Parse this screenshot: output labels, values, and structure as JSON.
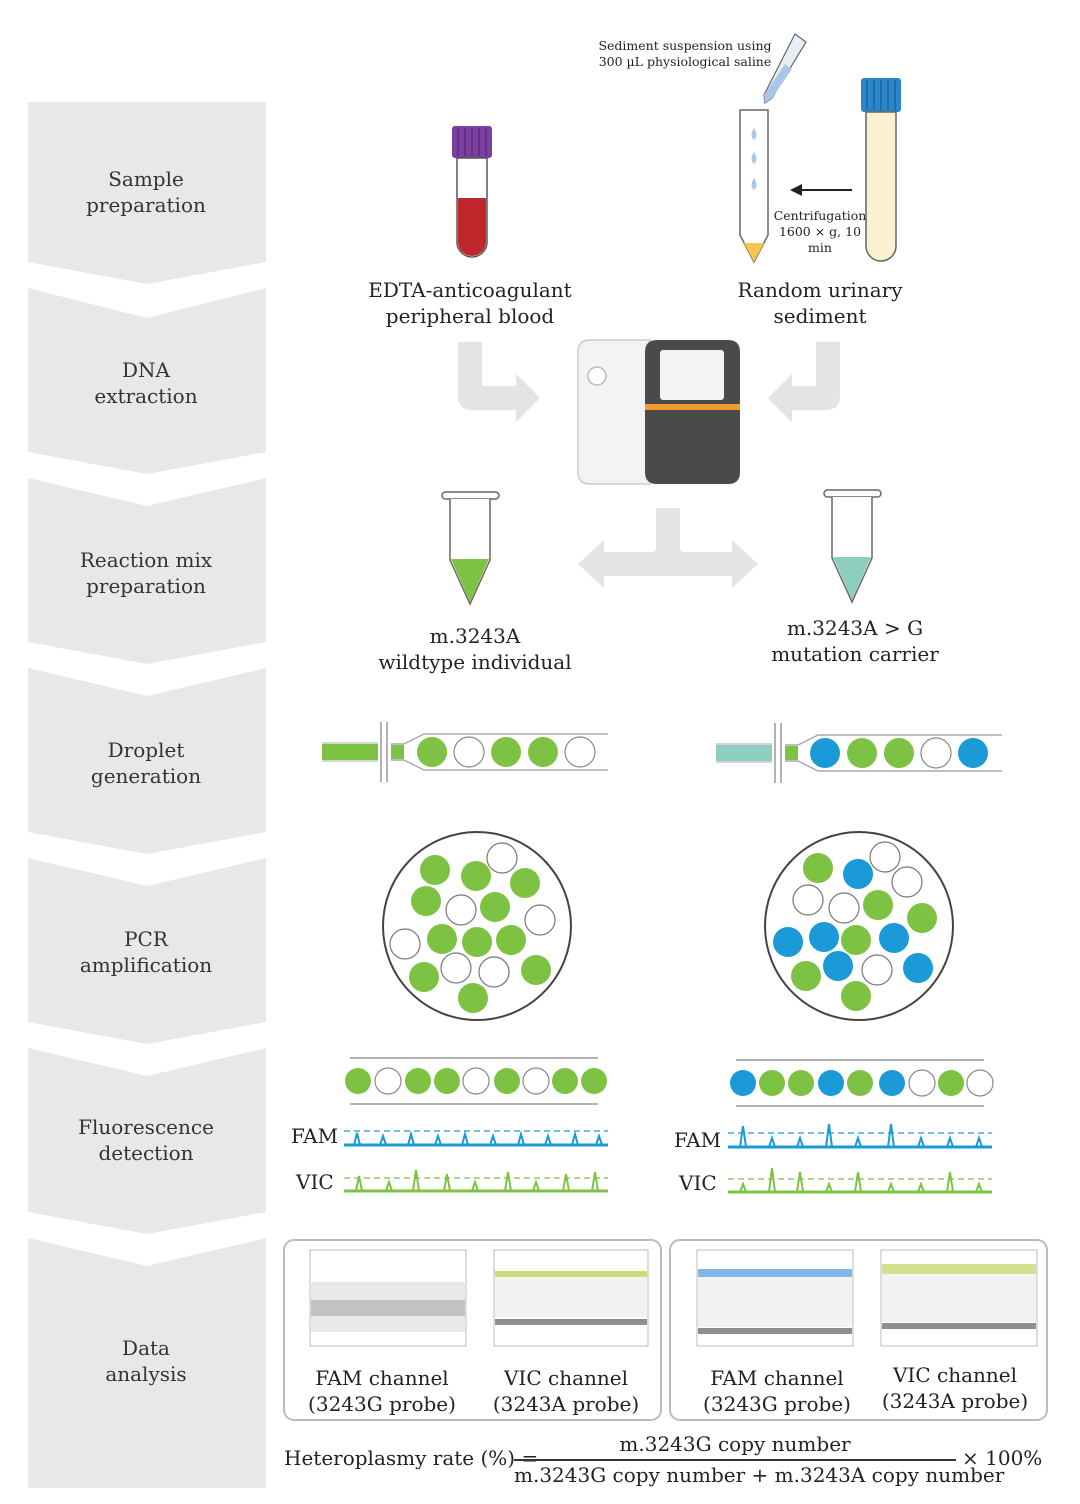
{
  "steps": [
    {
      "line1": "Sample",
      "line2": "preparation"
    },
    {
      "line1": "DNA",
      "line2": "extraction"
    },
    {
      "line1": "Reaction mix",
      "line2": "preparation"
    },
    {
      "line1": "Droplet",
      "line2": "generation"
    },
    {
      "line1": "PCR",
      "line2": "amplification"
    },
    {
      "line1": "Fluorescence",
      "line2": "detection"
    },
    {
      "line1": "Data",
      "line2": "analysis"
    }
  ],
  "sample": {
    "sediment_note_1": "Sediment suspension using",
    "sediment_note_2": "300 µL physiological saline",
    "centrifuge_1": "Centrifugation",
    "centrifuge_2": "1600 × g, 10 min",
    "blood_1": "EDTA-anticoagulant",
    "blood_2": "peripheral blood",
    "urine_1": "Random urinary",
    "urine_2": "sediment"
  },
  "reaction": {
    "wild_1": "m.3243A",
    "wild_2": "wildtype individual",
    "mut_1": "m.3243A > G",
    "mut_2": "mutation carrier"
  },
  "detection": {
    "fam": "FAM",
    "vic": "VIC"
  },
  "analysis": {
    "left_fam_1": "FAM channel",
    "left_fam_2": "(3243G probe)",
    "left_vic_1": "VIC channel",
    "left_vic_2": "(3243A probe)",
    "right_fam_1": "FAM channel",
    "right_fam_2": "(3243G probe)",
    "right_vic_1": "VIC channel",
    "right_vic_2": "(3243A probe)"
  },
  "formula": {
    "lhs": "Heteroplasmy rate (%) =",
    "numerator": "m.3243G copy number",
    "denominator": "m.3243G copy number + m.3243A copy number",
    "multiplier": "× 100%"
  },
  "colors": {
    "chevron": "#e7e8e9",
    "green": "#7dc242",
    "blue": "#1a9ad6",
    "teal": "#8ccfbf",
    "blood": "#c0272d",
    "arrow": "#e3e4e5"
  }
}
